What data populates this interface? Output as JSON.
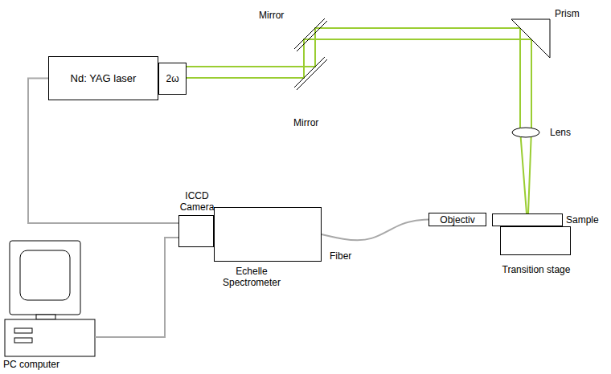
{
  "diagram": {
    "nodes": [
      {
        "text": [
          "Nd: YAG laser"
        ]
      },
      {
        "text": [
          "2ω"
        ]
      },
      {
        "text": [
          "ICCD Camera"
        ]
      },
      {
        "text": [
          "Echelle Spectrometer"
        ]
      },
      {
        "text": [
          "Objectiv"
        ]
      },
      {
        "text": [
          "Sample"
        ]
      },
      {
        "text": [
          "Transition stage"
        ]
      },
      {
        "text": [
          "PC computer"
        ]
      }
    ],
    "edges": [
      {
        "from": 0,
        "to": 2,
        "arrow": "none"
      },
      {
        "from": 7,
        "to": 2,
        "arrow": "none"
      },
      {
        "from": 3,
        "to": 4,
        "label": "Fiber",
        "arrow": "none"
      }
    ],
    "labels": [
      "Mirror",
      "Prism",
      "Mirror",
      "Lens"
    ]
  }
}
